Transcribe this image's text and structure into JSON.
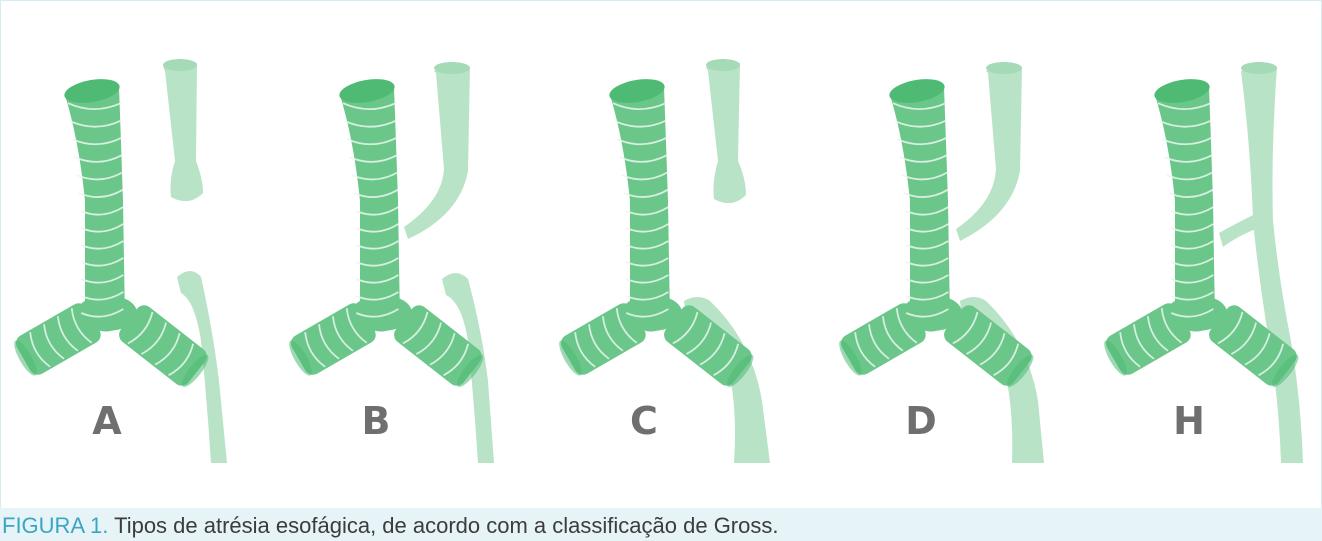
{
  "figure": {
    "panels": [
      {
        "letter": "A",
        "type": "A"
      },
      {
        "letter": "B",
        "type": "B"
      },
      {
        "letter": "C",
        "type": "C"
      },
      {
        "letter": "D",
        "type": "D"
      },
      {
        "letter": "H",
        "type": "H"
      }
    ],
    "colors": {
      "trachea": "#6bc68a",
      "trachea_ring": "#e9f6ec",
      "trachea_top": "#4fba74",
      "esophagus": "#b9e3c6",
      "esophagus_top": "#a4dab5",
      "letter": "#6f6f6f"
    }
  },
  "caption": {
    "label": "FIGURA 1.",
    "text": " Tipos de atrésia esofágica, de acordo com a classificação de Gross.",
    "label_color": "#3aa6c4",
    "background": "#e6f4f8"
  }
}
